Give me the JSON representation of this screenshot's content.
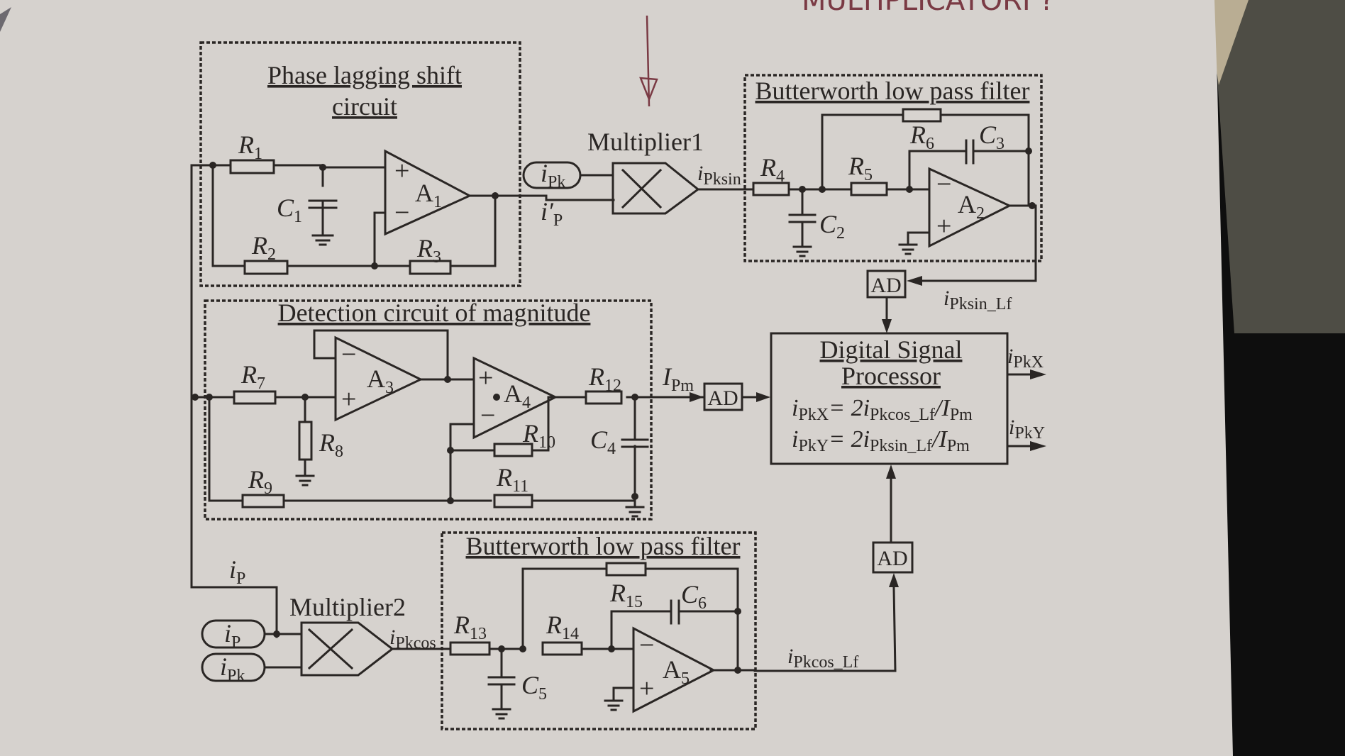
{
  "handwriting": {
    "top_note": "MULTIPLICATORI ?",
    "color": "#7a3a44"
  },
  "blocks": {
    "phase": {
      "title_line1": "Phase lagging shift",
      "title_line2": "circuit"
    },
    "detection": {
      "title": "Detection circuit of magnitude"
    },
    "butterworth1": {
      "title": "Butterworth low pass filter"
    },
    "butterworth2": {
      "title": "Butterworth low pass filter"
    },
    "dsp": {
      "title_line1": "Digital Signal",
      "title_line2": "Processor",
      "eq1": {
        "lhs": "i",
        "lhs_sub": "PkX",
        "mid": "= 2i",
        "mid_sub": "Pkcos_Lf",
        "rhs": "/I",
        "rhs_sub": "Pm"
      },
      "eq2": {
        "lhs": "i",
        "lhs_sub": "PkY",
        "mid": "= 2i",
        "mid_sub": "Pksin_Lf",
        "rhs": "/I",
        "rhs_sub": "Pm"
      }
    },
    "multiplier1": {
      "label": "Multiplier1"
    },
    "multiplier2": {
      "label": "Multiplier2"
    },
    "ad_converters": [
      "AD",
      "AD",
      "AD"
    ]
  },
  "components": {
    "resistors": [
      {
        "id": "R",
        "sub": "1"
      },
      {
        "id": "R",
        "sub": "2"
      },
      {
        "id": "R",
        "sub": "3"
      },
      {
        "id": "R",
        "sub": "4"
      },
      {
        "id": "R",
        "sub": "5"
      },
      {
        "id": "R",
        "sub": "6"
      },
      {
        "id": "R",
        "sub": "7"
      },
      {
        "id": "R",
        "sub": "8"
      },
      {
        "id": "R",
        "sub": "9"
      },
      {
        "id": "R",
        "sub": "10"
      },
      {
        "id": "R",
        "sub": "11"
      },
      {
        "id": "R",
        "sub": "12"
      },
      {
        "id": "R",
        "sub": "13"
      },
      {
        "id": "R",
        "sub": "14"
      },
      {
        "id": "R",
        "sub": "15"
      }
    ],
    "capacitors": [
      {
        "id": "C",
        "sub": "1"
      },
      {
        "id": "C",
        "sub": "2"
      },
      {
        "id": "C",
        "sub": "3"
      },
      {
        "id": "C",
        "sub": "4"
      },
      {
        "id": "C",
        "sub": "5"
      },
      {
        "id": "C",
        "sub": "6"
      }
    ],
    "opamps": [
      {
        "id": "A",
        "sub": "1"
      },
      {
        "id": "A",
        "sub": "2"
      },
      {
        "id": "A",
        "sub": "3"
      },
      {
        "id": "A",
        "sub": "4"
      },
      {
        "id": "A",
        "sub": "5"
      }
    ],
    "signs": {
      "plus": "+",
      "minus": "−"
    }
  },
  "signals": {
    "ipk_in1": {
      "main": "i",
      "sub": "Pk"
    },
    "ip_prime": {
      "main": "i′",
      "sub": "P"
    },
    "ipksin": {
      "main": "i",
      "sub": "Pksin"
    },
    "ipksin_lf": {
      "main": "i",
      "sub": "Pksin_Lf"
    },
    "ipm": {
      "main": "I",
      "sub": "Pm"
    },
    "ipkx_out": {
      "main": "i",
      "sub": "PkX"
    },
    "ipky_out": {
      "main": "i",
      "sub": "PkY"
    },
    "ip_wire": {
      "main": "i",
      "sub": "P"
    },
    "ip_in2": {
      "main": "i",
      "sub": "P"
    },
    "ipk_in2": {
      "main": "i",
      "sub": "Pk"
    },
    "ipkcos": {
      "main": "i",
      "sub": "Pkcos"
    },
    "ipkcos_lf": {
      "main": "i",
      "sub": "Pkcos_Lf"
    }
  },
  "colors": {
    "paper": "#d8d4d0",
    "ink": "#2a2624",
    "background": "#111111"
  }
}
